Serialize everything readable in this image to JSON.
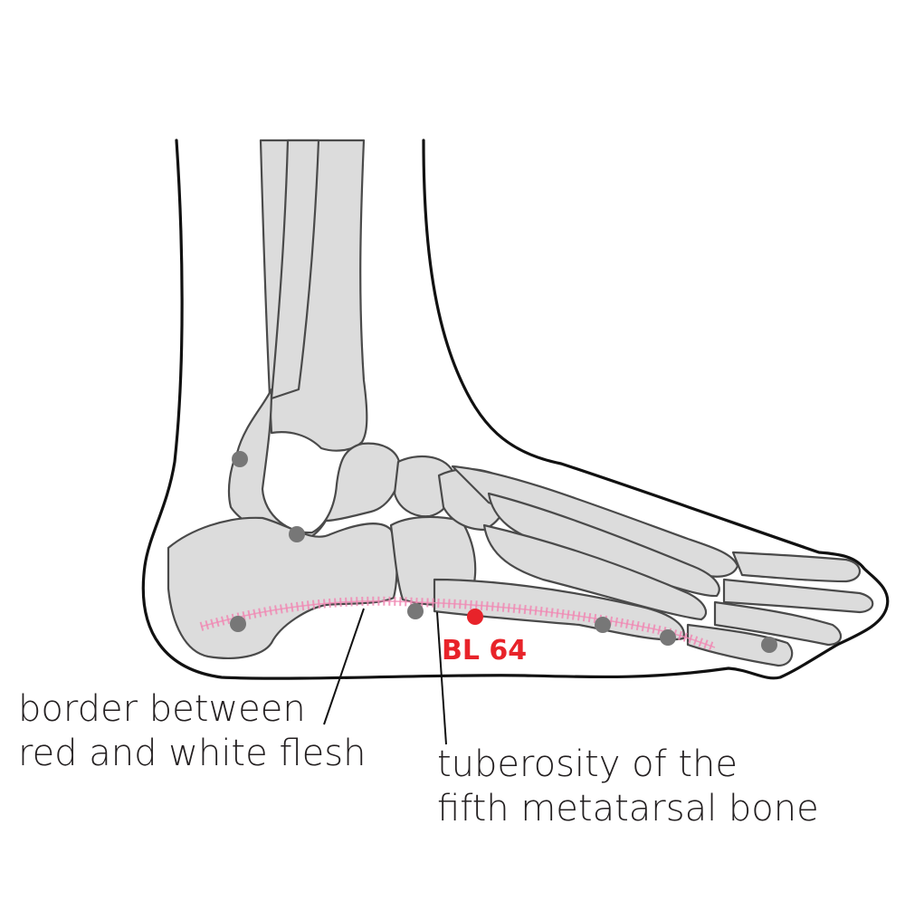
{
  "labels": {
    "border_line1": "border between",
    "border_line2": "red and white flesh",
    "tuberosity_line1": "tuberosity of the",
    "tuberosity_line2": "fifth metatarsal bone"
  },
  "point": {
    "name": "BL 64"
  },
  "colors": {
    "point": "#e8232a",
    "border_hatch": "#f08ab4",
    "marker": "#777777",
    "bone_fill": "#dcdcdc",
    "outline": "#111111"
  }
}
